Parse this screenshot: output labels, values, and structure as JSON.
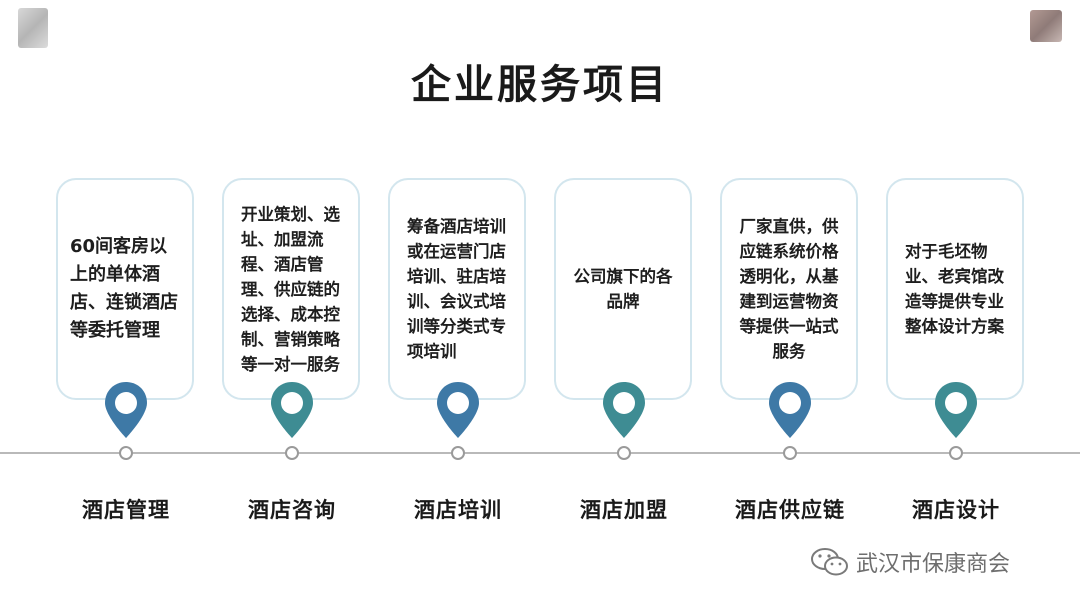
{
  "page": {
    "title": "企业服务项目"
  },
  "services": [
    {
      "label": "酒店管理",
      "description": "60间客房以上的单体酒店、连锁酒店等委托管理",
      "pin_color": "#3e79a6"
    },
    {
      "label": "酒店咨询",
      "description": "开业策划、选址、加盟流程、酒店管理、供应链的选择、成本控制、营销策略等一对一服务",
      "pin_color": "#3e8c93"
    },
    {
      "label": "酒店培训",
      "description": "筹备酒店培训或在运营门店培训、驻店培训、会议式培训等分类式专项培训",
      "pin_color": "#3e79a6"
    },
    {
      "label": "酒店加盟",
      "description": "公司旗下的各品牌",
      "pin_color": "#3e8c93"
    },
    {
      "label": "酒店供应链",
      "description": "厂家直供，供应链系统价格透明化，从基建到运营物资等提供一站式服务",
      "pin_color": "#3e79a6"
    },
    {
      "label": "酒店设计",
      "description": "对于毛坯物业、老宾馆改造等提供专业整体设计方案",
      "pin_color": "#3e8c93"
    }
  ],
  "watermark": {
    "text": "武汉市保康商会",
    "icon": "wechat-icon"
  }
}
